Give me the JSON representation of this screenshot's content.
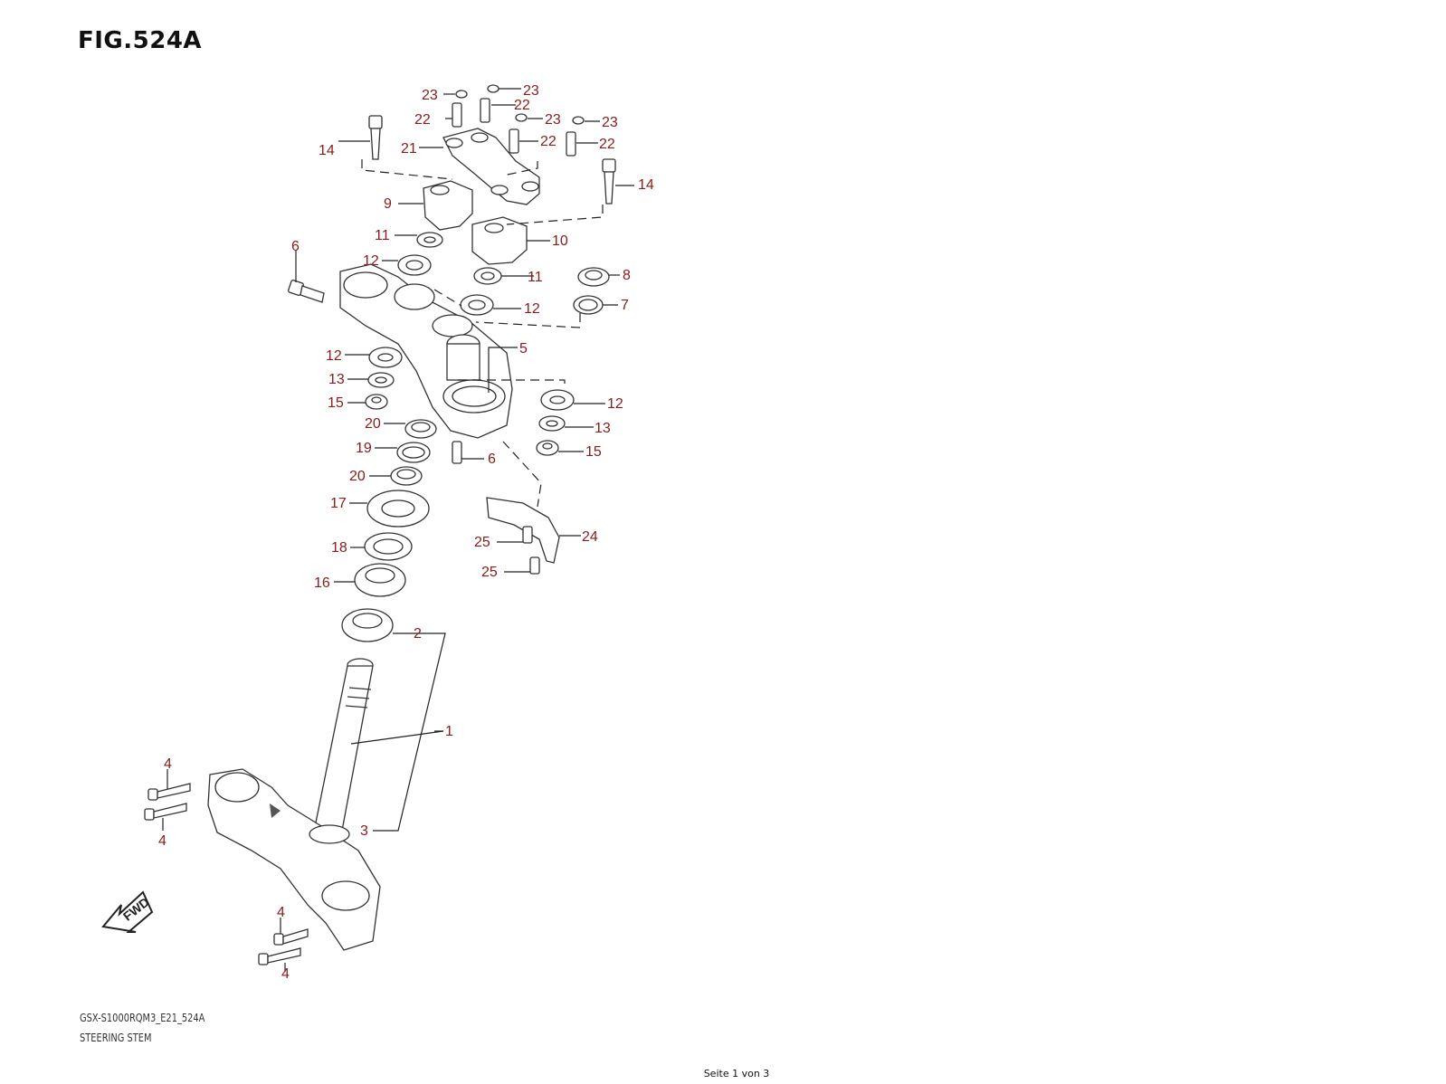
{
  "header": {
    "figure_title": "FIG.524A"
  },
  "footer": {
    "model_code": "GSX-S1000RQM3_E21_524A",
    "section_name": "STEERING STEM",
    "page_indicator": "Seite 1 von 3"
  },
  "diagram": {
    "fwd_label": "FWD",
    "callouts": [
      "23",
      "23",
      "22",
      "22",
      "23",
      "23",
      "22",
      "22",
      "21",
      "14",
      "14",
      "9",
      "10",
      "11",
      "11",
      "12",
      "12",
      "6",
      "8",
      "7",
      "5",
      "12",
      "13",
      "15",
      "12",
      "13",
      "15",
      "20",
      "19",
      "6",
      "20",
      "17",
      "24",
      "25",
      "18",
      "25",
      "16",
      "2",
      "1",
      "4",
      "4",
      "3",
      "4",
      "4"
    ]
  },
  "colors": {
    "callout_text": "#8b1a1a",
    "line_art": "#333333"
  }
}
